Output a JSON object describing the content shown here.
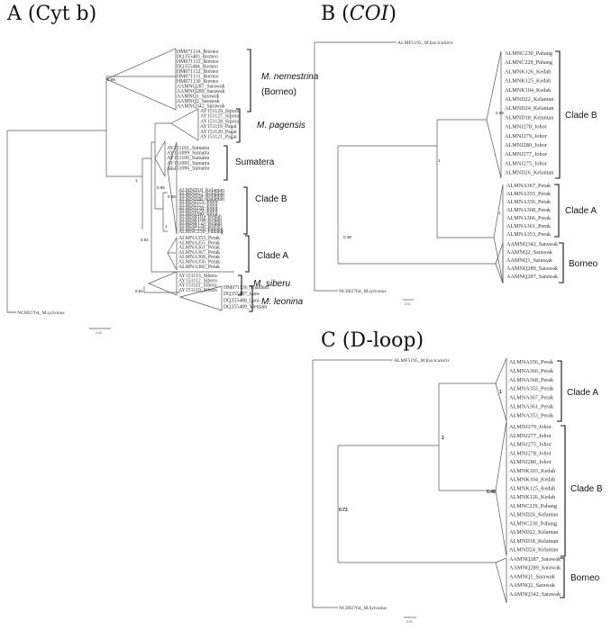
{
  "panelA": {
    "title": "A (Cyt b)",
    "nemestrina": [
      "HM071134_Borneo",
      "DQ355483_Borneo",
      "HM071133_Borneo",
      "DQ355484_Borneo",
      "HM071132_Borneo",
      "HM071131_Borneo",
      "HM071130_Borneo",
      "AAMNQ287_Sarawak",
      "AAMNQ289_Sarawak",
      "AAMNQ1_Sarawak",
      "AAMNQ2_Sarawak",
      "AAMNQ342_Sarawak"
    ],
    "pagensis": [
      "AY151129_Sipora",
      "AY151127_Sipora",
      "AY151128_Sipora",
      "AY151119_Pagai",
      "AY151120_Pagai",
      "AY151121_Pagai"
    ],
    "sumatera": [
      "AY151101_Sumatra",
      "AY151099_Sumatra",
      "AY151100_Sumatra",
      "AY151095_Sumatra",
      "AY151096_Sumatra"
    ],
    "cladeB": [
      "ALMND18_Kelantan",
      "ALMND22_Kelantan",
      "ALMND24_Kelantan",
      "ALMND26_Kelantan",
      "ALMNJ275_Johor",
      "ALMNJ277_Johor",
      "ALMNJ278_Johor",
      "ALMNJ279_Johor",
      "ALMNJ280_Johor",
      "ALMNK103_Kedah",
      "ALMNK104_Kedah",
      "ALMNK125_Kedah",
      "ALMNK126_Kedah",
      "ALMNC229_Pahang",
      "ALMNC230_Pahang"
    ],
    "cladeA": [
      "ALMNA353_Perak",
      "ALMNA355_Perak",
      "ALMNA361_Perak",
      "ALMNA367_Perak",
      "ALMNA368_Perak",
      "ALMNA356_Perak",
      "ALMNA366_Perak"
    ],
    "siberu": [
      "AY151113_Siberu",
      "AY151112_Siberu",
      "AY151111_Siberu",
      "AY151110_Siberu"
    ],
    "leonina": [
      "HM071136_Thailand",
      "DQ355487_Laos",
      "DQ355488_Laos",
      "DQ355489_Vietnam"
    ],
    "outgroup_id": "NC002764_",
    "outgroup_sp": "M.sylvanus",
    "clades": {
      "nemestrina": "M. nemestrina",
      "borneo": "(Borneo)",
      "pagensis": "M. pagensis",
      "sumatera": "Sumatera",
      "cladeB": "Clade B",
      "cladeA": "Clade A",
      "siberu": "M. siberu",
      "leonina": "M. leonina"
    },
    "boot": {
      "nem": "0.99",
      "root": "1",
      "b099": "0.99",
      "b099b": "0.99",
      "b092": "0.92",
      "b084": "0.84",
      "b1": "1"
    },
    "scale": "0.02"
  },
  "panelB": {
    "title_prefix": "B (",
    "title_gene": "COI",
    "title_suffix": ")",
    "fascicularis_id": "ALMF5195_",
    "fascicularis_sp": "M.fascicularis",
    "cladeB": [
      "ALMNC230_Pahang",
      "ALMNC229_Pahang",
      "ALMNK126_Kedah",
      "ALMNK125_Kedah",
      "ALMNK104_Kedah",
      "ALMND22_Kelantan",
      "ALMND24_Kelantan",
      "ALMND18_Kelantan",
      "ALMNJ278_Johor",
      "ALMNJ279_Johor",
      "ALMNJ280_Johor",
      "ALMNJ277_Johor",
      "ALMNJ275_Johor",
      "ALMND26_Kelantan"
    ],
    "cladeA": [
      "ALMNA367_Perak",
      "ALMNA355_Perak",
      "ALMNA356_Perak",
      "ALMNA368_Perak",
      "ALMNA366_Perak",
      "ALMNA361_Perak",
      "ALMNA353_Perak"
    ],
    "borneo": [
      "AAMNQ342_Sarawak",
      "AAMNQ2_Sarawak",
      "AAMNQ1_Sarawak",
      "AAMNQ289_Sarawak",
      "AAMNQ287_Sarawak"
    ],
    "outgroup_id": "NC002764_",
    "outgroup_sp": "M.sylvanus",
    "clades": {
      "cladeB": "Clade B",
      "cladeA": "Clade A",
      "borneo": "Borneo"
    },
    "boot": {
      "b099": "0.99",
      "b1": "1",
      "b1a": "1",
      "b048": "0.48"
    },
    "scale": "0.01"
  },
  "panelC": {
    "title": "C (D-loop)",
    "fascicularis_id": "ALMF5195_",
    "fascicularis_sp": "M.fascicularis",
    "cladeA": [
      "ALMNA356_Perak",
      "ALMNA366_Perak",
      "ALMNA368_Perak",
      "ALMNA355_Perak",
      "ALMNA367_Perak",
      "ALMNA361_Perak",
      "ALMNA353_Perak"
    ],
    "cladeB": [
      "ALMNJ279_Johor",
      "ALMNJ277_Johor",
      "ALMNJ275_Johor",
      "ALMNJ278_Johor",
      "ALMNJ280_Johor",
      "ALMNK103_Kedah",
      "ALMNK104_Kedah",
      "ALMNK125_Kedah",
      "ALMNK126_Kedah",
      "ALMNC229_Pahang",
      "ALMND26_Kelantan",
      "ALMNC230_Pahang",
      "ALMND22_Kelantan",
      "ALMND18_Kelantan",
      "ALMND24_Kelantan"
    ],
    "borneo": [
      "AAMNQ287_Sarawak",
      "AAMNQ289_Sarawak",
      "AAMNQ1_Sarawak",
      "AAMNQ2_Sarawak",
      "AAMNQ342_Sarawak"
    ],
    "outgroup_id": "NC002764_",
    "outgroup_sp": "M.Sylvanus",
    "clades": {
      "cladeA": "Clade A",
      "cladeB": "Clade B",
      "borneo": "Borneo"
    },
    "boot": {
      "b1a": "1",
      "b1": "1",
      "b048": "0.48",
      "b072": "0.72"
    },
    "scale": "0.01"
  }
}
